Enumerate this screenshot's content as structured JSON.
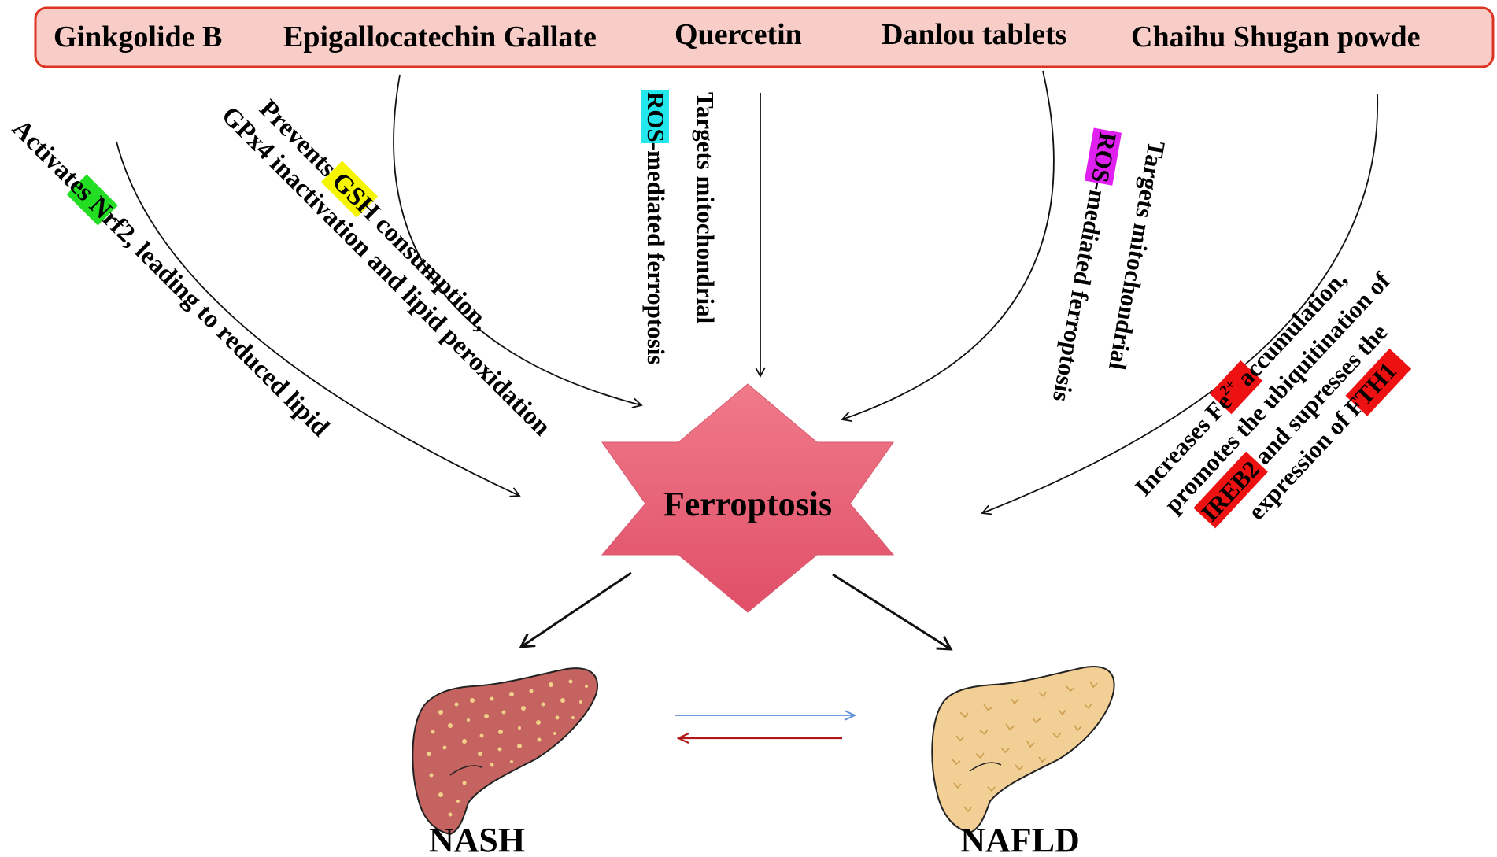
{
  "compounds": [
    "Ginkgolide B",
    "Epigallocatechin Gallate",
    "Quercetin",
    "Danlou tablets",
    "Chaihu Shugan powde"
  ],
  "mechanisms": {
    "ginkgolide": {
      "pre": "Activates ",
      "highlight": "Nrf2",
      "post": ", leading to reduced lipid",
      "highlight_color": "#22dd22"
    },
    "egcg": {
      "line1_pre": "Prevents ",
      "line1_highlight": "GSH",
      "line1_post": " consumption,",
      "line2": "GPx4 inactivation and lipid peroxidation",
      "highlight_color": "#f5f500"
    },
    "quercetin": {
      "line1": "Targets mitochondrial",
      "line2_highlight": "ROS",
      "line2_post": "-mediated ferroptosis",
      "highlight_color": "#22e8ee"
    },
    "danlou": {
      "line1": "Targets mitochondrial",
      "line2_highlight": "ROS",
      "line2_post": "-mediated ferroptosis",
      "highlight_color": "#e020f0"
    },
    "chaihu": {
      "line1_pre": "Increases ",
      "line1_highlight": "Fe",
      "line1_sup": "2+",
      "line1_post": " accumulation,",
      "line2": "promotes the ubiquitination of",
      "line3_highlight": "IREB2",
      "line3_post": " and supresses the",
      "line4_pre": "expression of ",
      "line4_highlight": "FTH1",
      "highlight_color": "#ee1111"
    }
  },
  "center": {
    "label": "Ferroptosis",
    "color_top": "#f07a8a",
    "color_bottom": "#e04f68"
  },
  "outcomes": {
    "left": "NASH",
    "right": "NAFLD"
  },
  "colors": {
    "banner_fill": "#f8cdc8",
    "banner_border": "#dd3322",
    "nash_liver": "#c4635f",
    "nafld_liver": "#f2cf95",
    "forward_arrow": "#5b8fd8",
    "reverse_arrow": "#b01818"
  }
}
